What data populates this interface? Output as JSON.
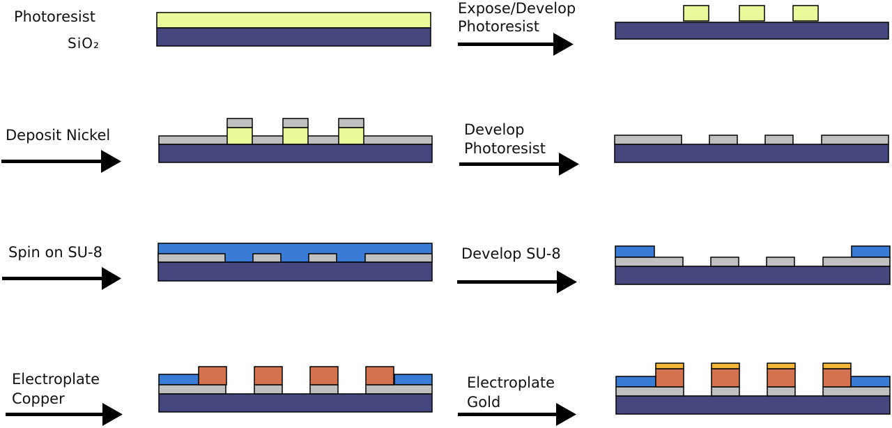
{
  "legend": {
    "photoresist": "Photoresist",
    "sio2": "SiO₂"
  },
  "steps": {
    "expose_develop": [
      "Expose/Develop",
      "Photoresist"
    ],
    "deposit_nickel": [
      "Deposit Nickel"
    ],
    "develop_photoresist": [
      "Develop",
      "Photoresist"
    ],
    "spin_su8": [
      "Spin on SU-8"
    ],
    "develop_su8": [
      "Develop SU-8"
    ],
    "electroplate_copper": [
      "Electroplate",
      "Copper"
    ],
    "electroplate_gold": [
      "Electroplate",
      "Gold"
    ]
  },
  "colors": {
    "substrate": "#47477f",
    "photoresist": "#e9fa9a",
    "nickel": "#c0c0c0",
    "su8": "#3a7bd5",
    "copper": "#d4714f",
    "gold": "#f5b63a",
    "arrow": "#000000"
  }
}
